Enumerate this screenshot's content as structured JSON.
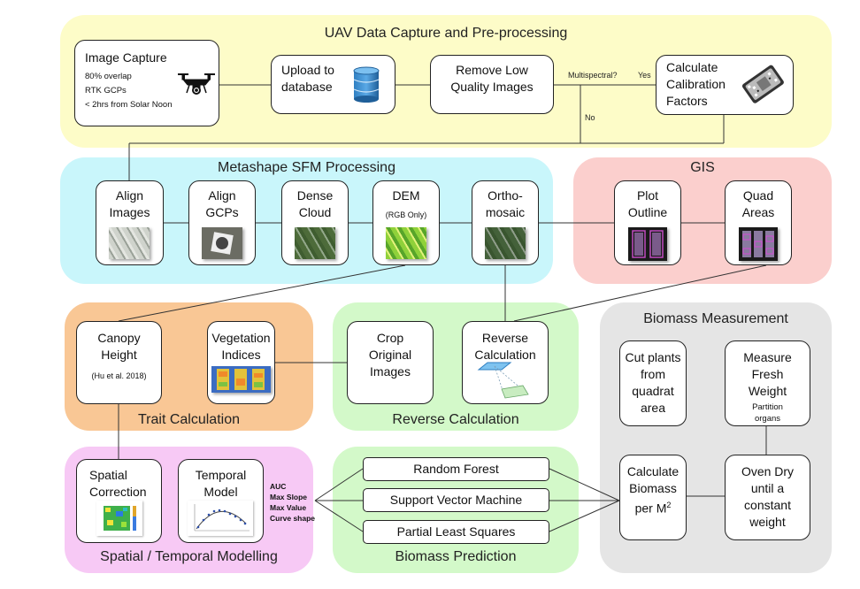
{
  "uav": {
    "title": "UAV Data Capture and Pre-processing",
    "image_capture": {
      "title": "Image Capture",
      "lines": [
        "80% overlap",
        "RTK GCPs",
        "< 2hrs from Solar Noon"
      ]
    },
    "upload": "Upload to\ndatabase",
    "remove": "Remove Low\nQuality Images",
    "calibration": "Calculate\nCalibration\nFactors",
    "multispectral_label": "Multispectral?",
    "yes_label": "Yes",
    "no_label": "No"
  },
  "sfm": {
    "title": "Metashape SFM Processing",
    "align_images": "Align\nImages",
    "align_gcps": "Align\nGCPs",
    "dense_cloud": "Dense\nCloud",
    "dem": "DEM",
    "dem_note": "(RGB Only)",
    "orthomosaic": "Ortho-\nmosaic"
  },
  "gis": {
    "title": "GIS",
    "plot_outline": "Plot\nOutline",
    "quad_areas": "Quad\nAreas"
  },
  "trait": {
    "title": "Trait Calculation",
    "canopy_height": "Canopy\nHeight",
    "canopy_ref": "(Hu et al. 2018)",
    "veg_indices": "Vegetation\nIndices"
  },
  "reverse": {
    "title": "Reverse Calculation",
    "crop_original": "Crop\nOriginal\nImages",
    "reverse_calc": "Reverse\nCalculation"
  },
  "biomass_measurement": {
    "title": "Biomass Measurement",
    "cut_plants": "Cut plants\nfrom\nquadrat\narea",
    "measure_fresh": "Measure\nFresh\nWeight",
    "partition": "Partition\norgans",
    "calc_biomass": "Calculate\nBiomass\nper M",
    "calc_biomass_sup": "2",
    "oven_dry": "Oven Dry\nuntil a\nconstant\nweight"
  },
  "spatial": {
    "title": "Spatial / Temporal Modelling",
    "spatial_correction": "Spatial\nCorrection",
    "temporal_model": "Temporal\nModel",
    "metrics": [
      "AUC",
      "Max Slope",
      "Max Value",
      "Curve shape"
    ]
  },
  "prediction": {
    "title": "Biomass Prediction",
    "models": [
      "Random Forest",
      "Support Vector Machine",
      "Partial Least Squares"
    ]
  },
  "colors": {
    "uav_panel": "#fdfcc8",
    "sfm_panel": "#c9f6fb",
    "gis_panel": "#fbcfcd",
    "trait_panel": "#f9c795",
    "reverse_panel": "#d3f9c9",
    "biomass_panel": "#e5e5e5",
    "spatial_panel": "#f7c9f5",
    "prediction_panel": "#d3f9c9"
  }
}
